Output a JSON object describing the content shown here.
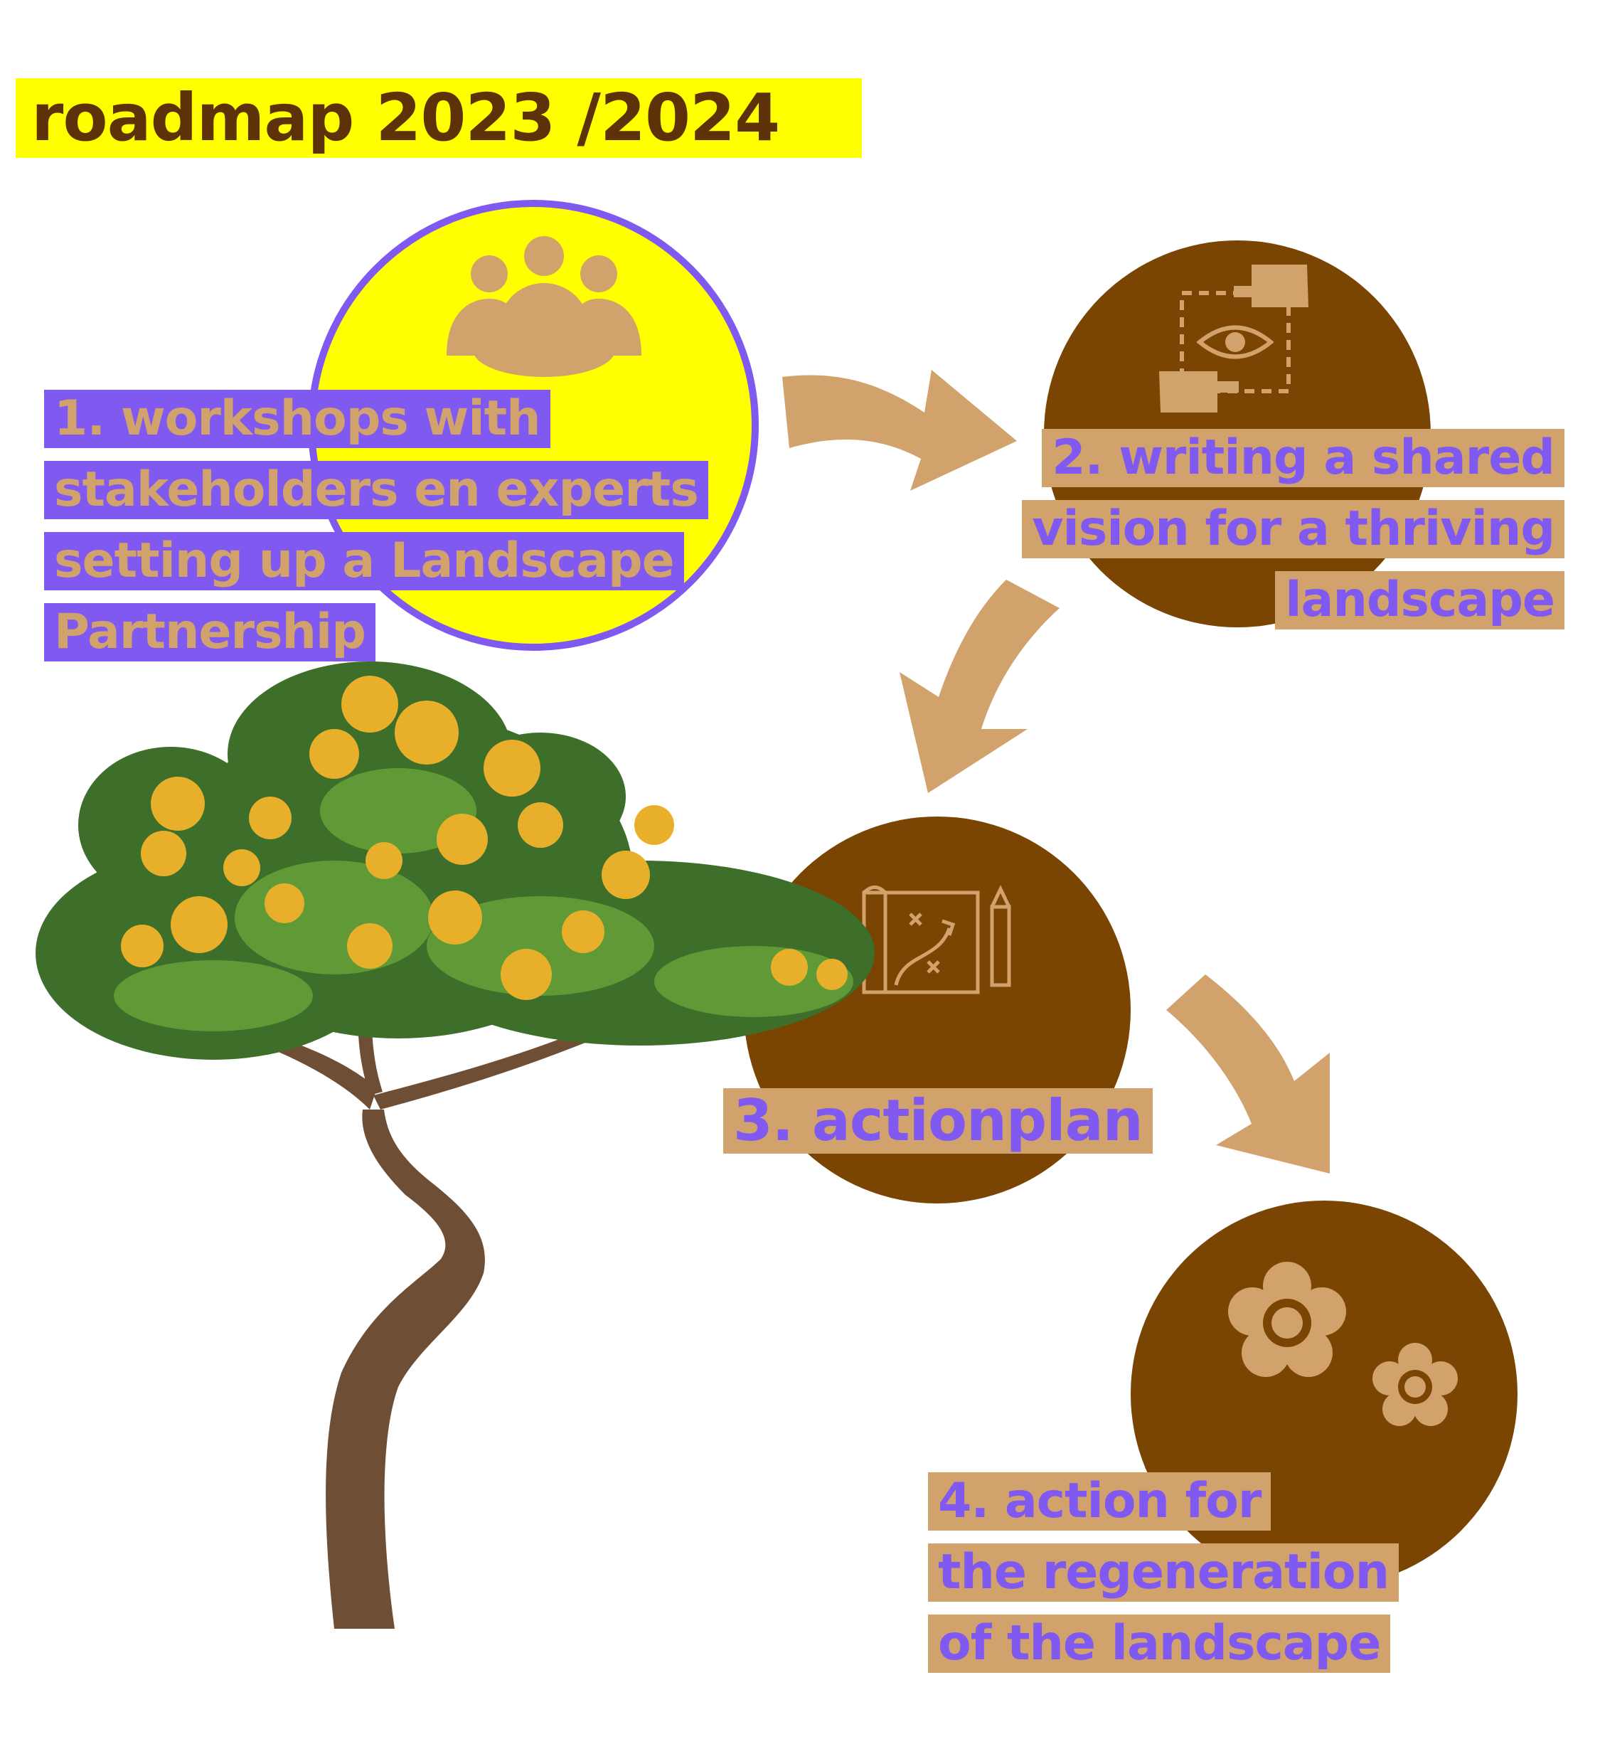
{
  "title": "roadmap 2023 /2024",
  "steps": [
    {
      "lines": [
        "1. workshops with",
        "stakeholders en experts",
        "setting up a Landscape",
        "Partnership"
      ],
      "icon": "people-meeting-icon"
    },
    {
      "lines": [
        "2. writing a shared",
        "vision for a thriving",
        "landscape"
      ],
      "icon": "eye-vision-icon"
    },
    {
      "lines": [
        "3. actionplan"
      ],
      "icon": "strategy-map-icon"
    },
    {
      "lines": [
        "4. action for",
        "the regeneration",
        "of the landscape"
      ],
      "icon": "flowers-icon"
    }
  ],
  "colors": {
    "title_bg": "#ffff00",
    "title_text": "#5e3208",
    "circle_brown": "#7a4502",
    "circle_yellow": "#ffff00",
    "accent_purple": "#8059f1",
    "tan": "#d1a26b"
  }
}
